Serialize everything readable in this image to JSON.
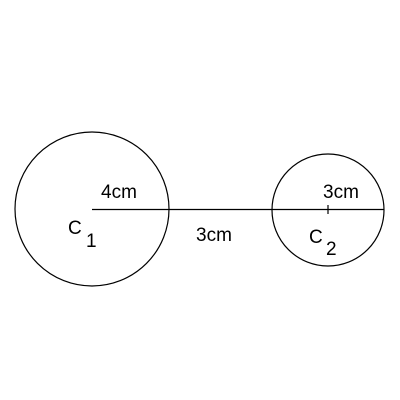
{
  "circle1": {
    "name": "C",
    "subscript": "1",
    "radius_label": "4cm"
  },
  "circle2": {
    "name": "C",
    "subscript": "2",
    "radius_label": "3cm"
  },
  "gap_label": "3cm",
  "colors": {
    "stroke": "#000000",
    "background": "#ffffff"
  }
}
